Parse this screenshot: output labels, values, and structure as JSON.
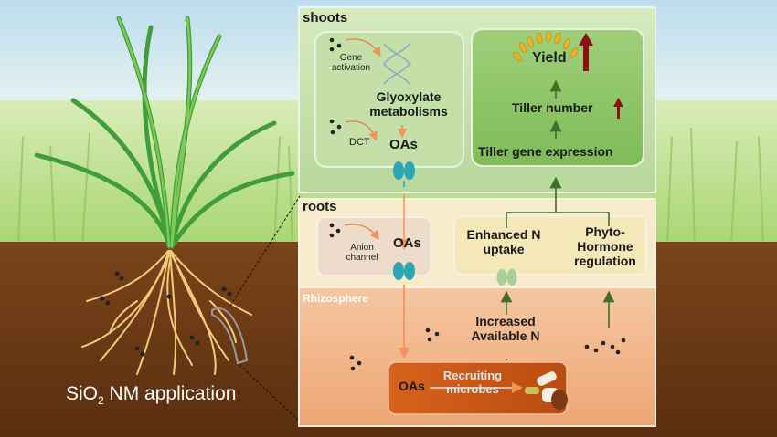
{
  "application": {
    "label_main": "SiO",
    "label_sub": "2",
    "label_rest": " NM application"
  },
  "shoots": {
    "title": "shoots",
    "left_panel": {
      "gene_activation": "Gene activation",
      "glyoxylate": "Glyoxylate metabolisms",
      "dct": "DCT",
      "oas": "OAs"
    },
    "right_panel": {
      "yield": "Yield",
      "tiller_number": "Tiller number",
      "tiller_gene": "Tiller gene expression"
    }
  },
  "roots": {
    "title": "roots",
    "anion_channel": "Anion channel",
    "oas": "OAs",
    "enhanced_n": "Enhanced N uptake",
    "phyto_hormone": "Phyto-Hormone regulation"
  },
  "rhizosphere": {
    "title": "Rhizosphere",
    "increased_n": "Increased Available N",
    "oas": "OAs",
    "recruiting": "Recruiting microbes"
  },
  "colors": {
    "sky": "#cfe6f2",
    "grass": "#bfe08c",
    "soil": "#6b3a17",
    "shoots_box": "#c7e0ad",
    "roots_box": "#f6e8c6",
    "rhizo_box": "#f1b88e",
    "arrow_orange": "#f0945a",
    "arrow_green": "#3f6f2a",
    "arrow_red": "#8b1010",
    "channel": "#2ba6b4"
  }
}
